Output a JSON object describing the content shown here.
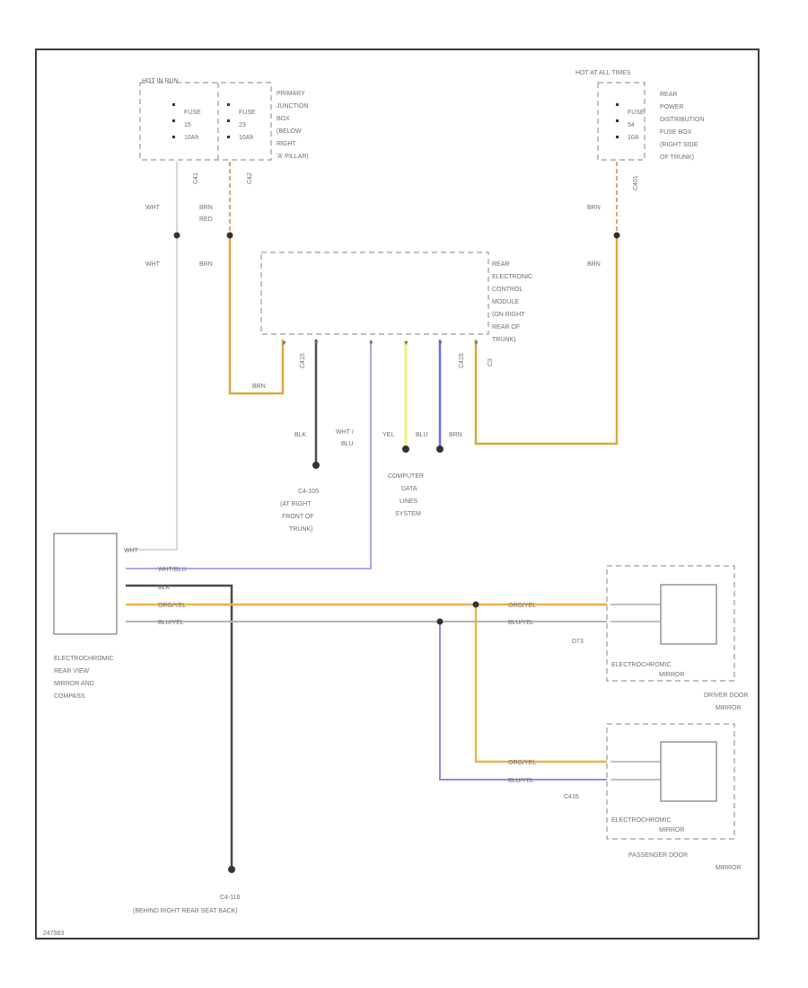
{
  "fuse_boxes": {
    "left_header": "HOT IN RUN",
    "fuse1": {
      "line1": "FUSE",
      "line2": "15",
      "line3": "10Ah"
    },
    "fuse2": {
      "line1": "FUSE",
      "line2": "23",
      "line3": "10Ah"
    },
    "left_conn1": "C41",
    "left_conn2": "C42",
    "left_label": [
      "PRIMARY",
      "JUNCTION",
      "BOX",
      "(BELOW",
      "RIGHT",
      "'A' PILLAR)"
    ],
    "right_header": "HOT AT ALL TIMES",
    "fuse3": {
      "line1": "FUSE",
      "line2": "54",
      "line3": "10A"
    },
    "right_conn": "C401",
    "right_label": [
      "REAR",
      "POWER",
      "DISTRIBUTION",
      "FUSE BOX",
      "(RIGHT SIDE",
      "OF TRUNK)"
    ]
  },
  "wire_labels": {
    "wht_top": "WHT",
    "wht_mid": "WHT",
    "brn_red": [
      "BRN",
      "RED"
    ],
    "brn_left": "BRN",
    "brn_right_top": "BRN",
    "brn_right_mid": "BRN",
    "brn_loop": "BRN",
    "blk": "BLK",
    "wht_blu": [
      "WHT /",
      "BLU"
    ],
    "yel": "YEL",
    "blu": "BLU",
    "brn_bottom": "BRN"
  },
  "rec_module": {
    "label": [
      "REAR",
      "ELECTRONIC",
      "CONTROL",
      "MODULE",
      "(ON RIGHT",
      "REAR OF",
      "TRUNK)"
    ],
    "conn1": "C415",
    "conn2": "C415"
  },
  "ground_trunk": [
    "C4-105",
    "(AT RIGHT",
    "FRONT OF",
    "TRUNK)"
  ],
  "data_lines": [
    "COMPUTER",
    "DATA",
    "LINES",
    "SYSTEM"
  ],
  "mirror_pins": {
    "wht": "WHT",
    "wht_blu": "WHT/BLU",
    "blk": "BLK",
    "org_yel": "ORG/YEL",
    "blu_yel": "BLU/YEL"
  },
  "rear_mirror": [
    "ELECTROCHROMIC",
    "REAR VIEW",
    "MIRROR AND",
    "COMPASS"
  ],
  "driver_mirror": {
    "wire1": "ORG/YEL",
    "wire2": "BLU/YEL",
    "conn": "D73",
    "inner": [
      "ELECTROCHROMIC",
      "MIRROR"
    ],
    "label": [
      "DRIVER DOOR",
      "MIRROR"
    ]
  },
  "passenger_mirror": {
    "wire1": "ORG/YEL",
    "wire2": "BLU/YEL",
    "conn": "C416",
    "inner": [
      "ELECTROCHROMIC",
      "MIRROR"
    ],
    "label": [
      "PASSENGER DOOR",
      "MIRROR"
    ]
  },
  "ground_bottom": {
    "id": "C4-116",
    "location": "(BEHIND RIGHT REAR SEAT BACK)"
  },
  "figure_id": "247983"
}
